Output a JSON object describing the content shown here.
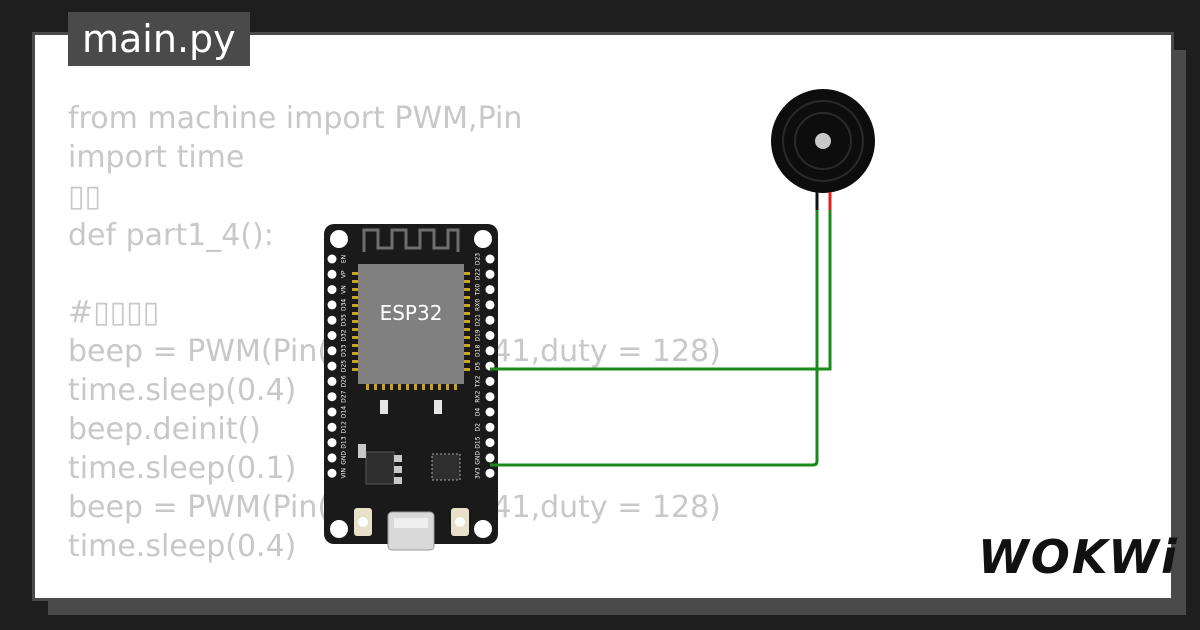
{
  "file_tab": {
    "title": "main.py"
  },
  "code_lines": [
    "from machine import PWM,Pin",
    "import time",
    "▯▯",
    "def part1_4():",
    "",
    "#▯▯▯▯",
    "beep = PWM(Pin(5),freq = 441,duty = 128)",
    "time.sleep(0.4)",
    "beep.deinit()",
    "time.sleep(0.1)",
    "beep = PWM(Pin(5),freq = 441,duty = 128)",
    "time.sleep(0.4)"
  ],
  "board": {
    "label": "ESP32",
    "left_pins": [
      "EN",
      "VP",
      "VN",
      "D34",
      "D35",
      "D32",
      "D33",
      "D25",
      "D26",
      "D27",
      "D14",
      "D12",
      "D13",
      "GND",
      "VIN"
    ],
    "right_pins": [
      "D23",
      "D22",
      "TX0",
      "RX0",
      "D21",
      "D19",
      "D18",
      "D5",
      "TX2",
      "RX2",
      "D4",
      "D2",
      "D15",
      "GND",
      "3V3"
    ]
  },
  "brand": {
    "logo": "WOKWi"
  },
  "colors": {
    "wire": "#1a8a1a",
    "board": "#1a1a1a",
    "chip": "#808080",
    "pin_gold": "#c9a227"
  }
}
